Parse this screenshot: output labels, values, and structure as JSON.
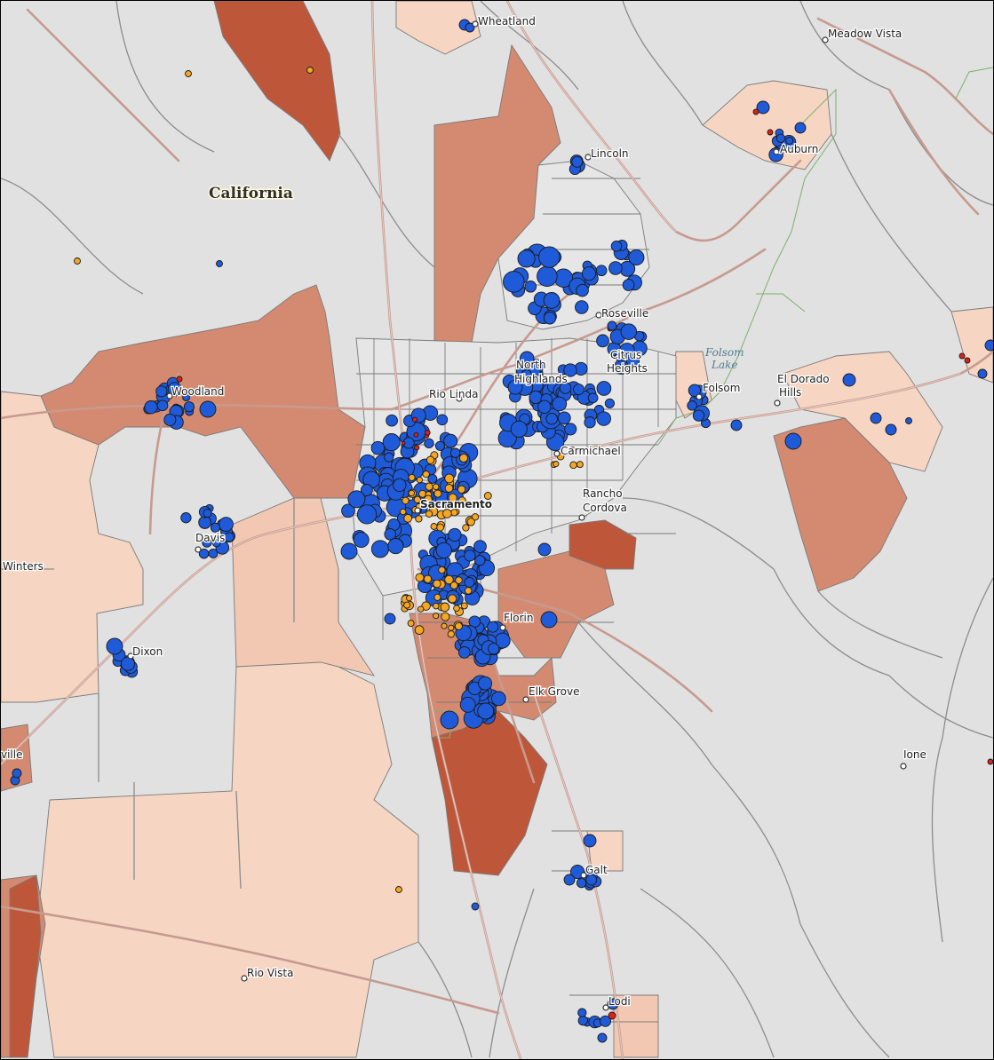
{
  "map": {
    "state_label": "California",
    "lake_label_line1": "Folsom",
    "lake_label_line2": "Lake",
    "colors": {
      "background": "#e1e1e1",
      "class_1": "#f6d5c2",
      "class_2": "#f3c8b2",
      "class_3": "#d48a70",
      "class_4": "#be573a",
      "marker_blue": "#1f5ad8",
      "marker_orange": "#f5a623",
      "marker_red": "#e0201b"
    },
    "cities": [
      {
        "name": "Wheatland"
      },
      {
        "name": "Meadow Vista"
      },
      {
        "name": "Auburn"
      },
      {
        "name": "Lincoln"
      },
      {
        "name": "Roseville"
      },
      {
        "name": "Woodland"
      },
      {
        "name": "Rio Linda"
      },
      {
        "name": "North"
      },
      {
        "name": "Highlands"
      },
      {
        "name": "Citrus"
      },
      {
        "name": "Heights"
      },
      {
        "name": "Folsom"
      },
      {
        "name": "El Dorado"
      },
      {
        "name": "Hills"
      },
      {
        "name": "Carmichael"
      },
      {
        "name": "Sacramento"
      },
      {
        "name": "Rancho"
      },
      {
        "name": "Cordova"
      },
      {
        "name": "Davis"
      },
      {
        "name": "Winters"
      },
      {
        "name": "Florin"
      },
      {
        "name": "Dixon"
      },
      {
        "name": "Elk Grove"
      },
      {
        "name": "ville"
      },
      {
        "name": "Ione"
      },
      {
        "name": "Galt"
      },
      {
        "name": "Rio Vista"
      },
      {
        "name": "Lodi"
      }
    ]
  }
}
